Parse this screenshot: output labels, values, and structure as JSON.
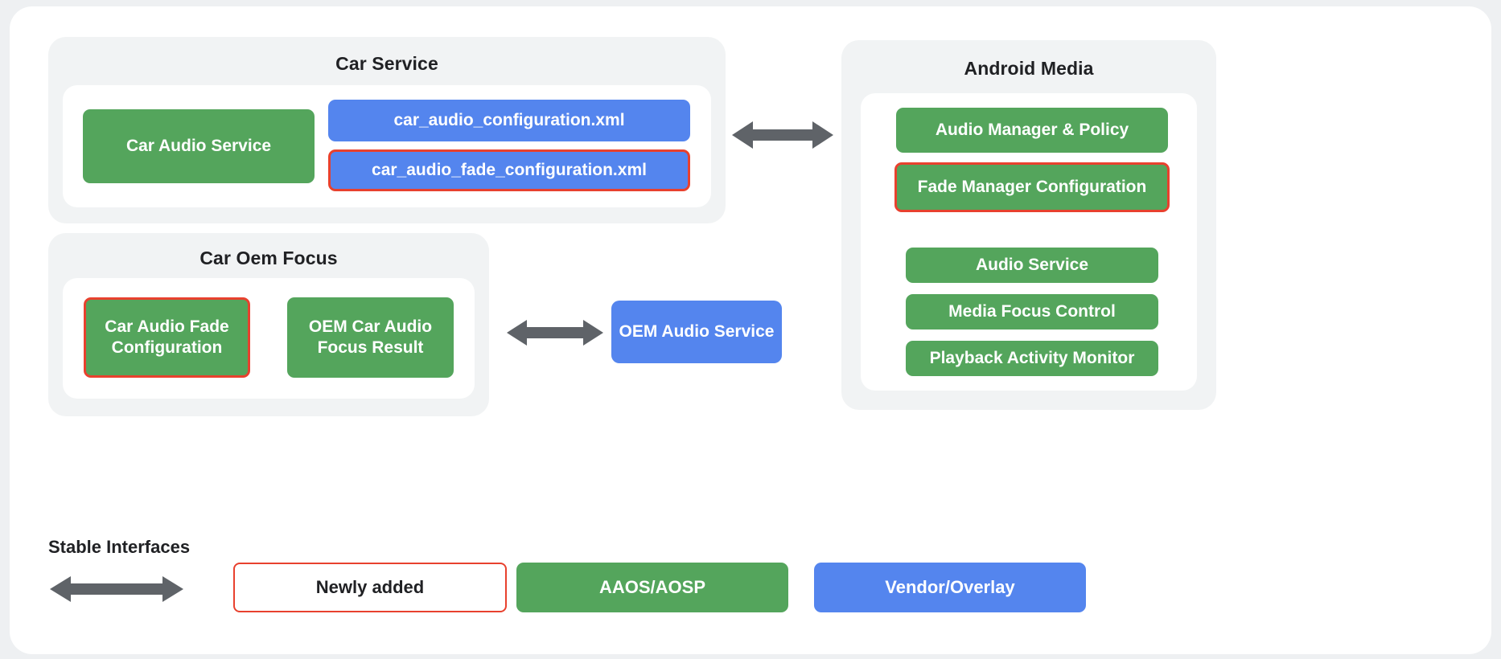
{
  "diagram": {
    "groups": [
      {
        "id": "car-service",
        "title": "Car Service",
        "nodes": [
          {
            "label": "Car Audio Service",
            "kind": "aaos",
            "highlight": false
          },
          {
            "label": "car_audio_configuration.xml",
            "kind": "vendor",
            "highlight": false
          },
          {
            "label": "car_audio_fade_configuration.xml",
            "kind": "vendor",
            "highlight": true
          }
        ]
      },
      {
        "id": "car-oem-focus",
        "title": "Car Oem Focus",
        "nodes": [
          {
            "label": "Car Audio Fade Configuration",
            "kind": "aaos",
            "highlight": true
          },
          {
            "label": "OEM Car Audio Focus Result",
            "kind": "aaos",
            "highlight": false
          }
        ]
      },
      {
        "id": "android-media",
        "title": "Android Media",
        "nodes": [
          {
            "label": "Audio Manager & Policy",
            "kind": "aaos",
            "highlight": false
          },
          {
            "label": "Fade Manager Configuration",
            "kind": "aaos",
            "highlight": true
          },
          {
            "label": "Audio Service",
            "kind": "aaos",
            "highlight": false
          },
          {
            "label": "Media Focus Control",
            "kind": "aaos",
            "highlight": false
          },
          {
            "label": "Playback Activity Monitor",
            "kind": "aaos",
            "highlight": false
          }
        ]
      }
    ],
    "standalone_nodes": [
      {
        "id": "oem-audio-service",
        "label": "OEM Audio Service",
        "kind": "vendor",
        "highlight": false
      }
    ],
    "connectors": [
      {
        "id": "car-service-to-android-media",
        "type": "double-arrow"
      },
      {
        "id": "car-oem-focus-to-oem-audio-service",
        "type": "double-arrow"
      }
    ]
  },
  "legend": {
    "stable_interfaces_label": "Stable Interfaces",
    "items": [
      {
        "id": "newly-added",
        "label": "Newly added",
        "style": "outline"
      },
      {
        "id": "aaos-aosp",
        "label": "AAOS/AOSP",
        "style": "green"
      },
      {
        "id": "vendor-overlay",
        "label": "Vendor/Overlay",
        "style": "blue"
      }
    ]
  },
  "colors": {
    "aaos_green": "#54a55c",
    "vendor_blue": "#5485ee",
    "highlight_red": "#e8412e",
    "group_bg": "#f1f3f4",
    "card_bg": "#ffffff",
    "page_bg": "#eef0f2",
    "arrow_gray": "#5f6368",
    "text_dark": "#202124"
  }
}
